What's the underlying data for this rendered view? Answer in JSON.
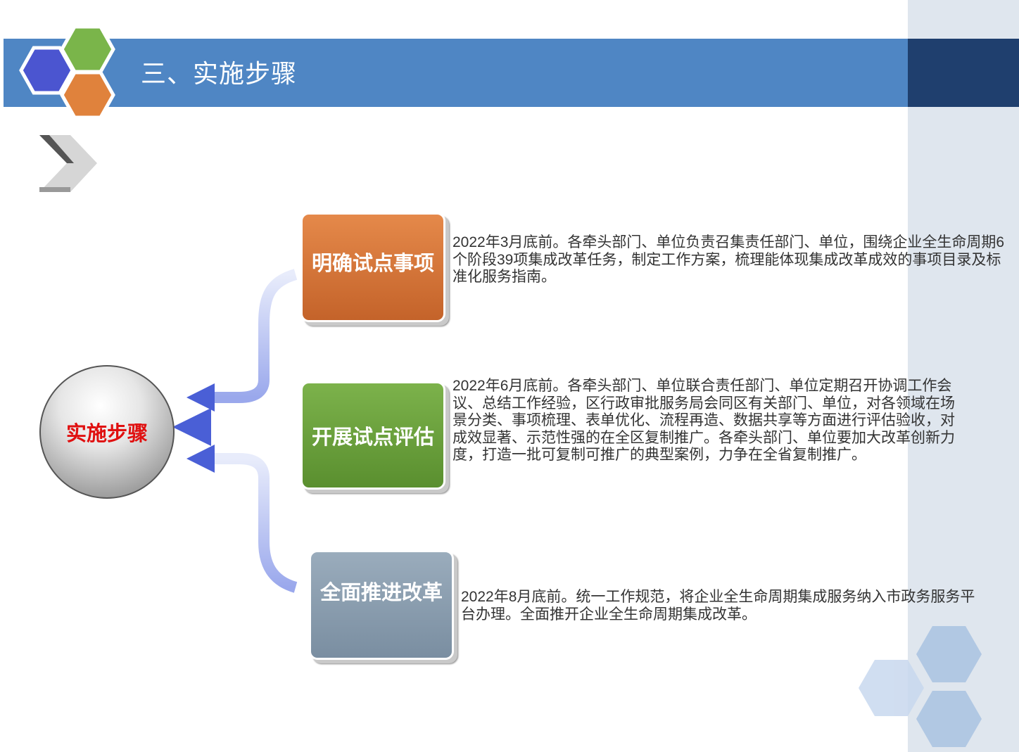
{
  "header": {
    "title": "三、实施步骤"
  },
  "center": {
    "label": "实施步骤"
  },
  "steps": [
    {
      "label": "明确试点事项",
      "description": "2022年3月底前。各牵头部门、单位负责召集责任部门、单位，围绕企业全生命周期6个阶段39项集成改革任务，制定工作方案，梳理能体现集成改革成效的事项目录及标准化服务指南。"
    },
    {
      "label": "开展试点评估",
      "description": "2022年6月底前。各牵头部门、单位联合责任部门、单位定期召开协调工作会议、总结工作经验，区行政审批服务局会同区有关部门、单位，对各领域在场景分类、事项梳理、表单优化、流程再造、数据共享等方面进行评估验收，对成效显著、示范性强的在全区复制推广。各牵头部门、单位要加大改革创新力度，打造一批可复制可推广的典型案例，力争在全省复制推广。"
    },
    {
      "label": "全面推进改革",
      "description": "2022年8月底前。统一工作规范，将企业全生命周期集成服务纳入市政务服务平台办理。全面推开企业全生命周期集成改革。"
    }
  ],
  "colors": {
    "header": "#4f86c4",
    "orange": "#d87638",
    "green": "#6ba03c",
    "gray": "#8a9cae",
    "accent_red": "#e01010"
  }
}
